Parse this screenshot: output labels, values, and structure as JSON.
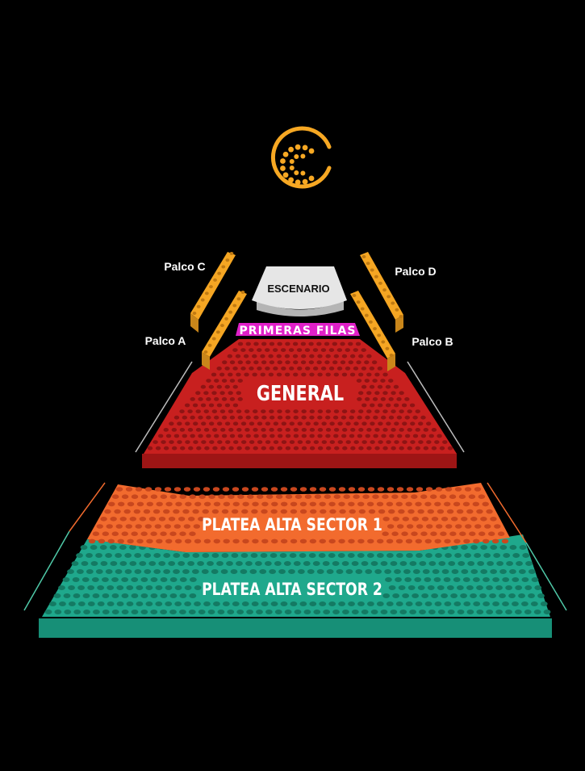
{
  "sections": {
    "escenario": {
      "label": "ESCENARIO"
    },
    "primeras_filas": {
      "label": "PRIMERAS FILAS"
    },
    "general": {
      "label": "GENERAL"
    },
    "platea_alta_1": {
      "label": "PLATEA ALTA SECTOR 1"
    },
    "platea_alta_2": {
      "label": "PLATEA ALTA SECTOR 2"
    },
    "palco_a": {
      "label": "Palco A"
    },
    "palco_b": {
      "label": "Palco B"
    },
    "palco_c": {
      "label": "Palco C"
    },
    "palco_d": {
      "label": "Palco D"
    }
  },
  "colors": {
    "background": "#000000",
    "logo": "#F7A823",
    "escenario": "#E6E6E6",
    "primeras_filas": "#E020C8",
    "general": "#C8201F",
    "general_seats": "#8E1414",
    "platea_alta_1": "#F26B2E",
    "platea_alta_1_seats": "#C8471E",
    "platea_alta_2": "#1FA88C",
    "platea_alta_2_seats": "#147A63",
    "palco": "#F5A623",
    "palco_seats": "#C07A12"
  },
  "logo": {
    "icon": "cinema-c-logo-icon"
  }
}
